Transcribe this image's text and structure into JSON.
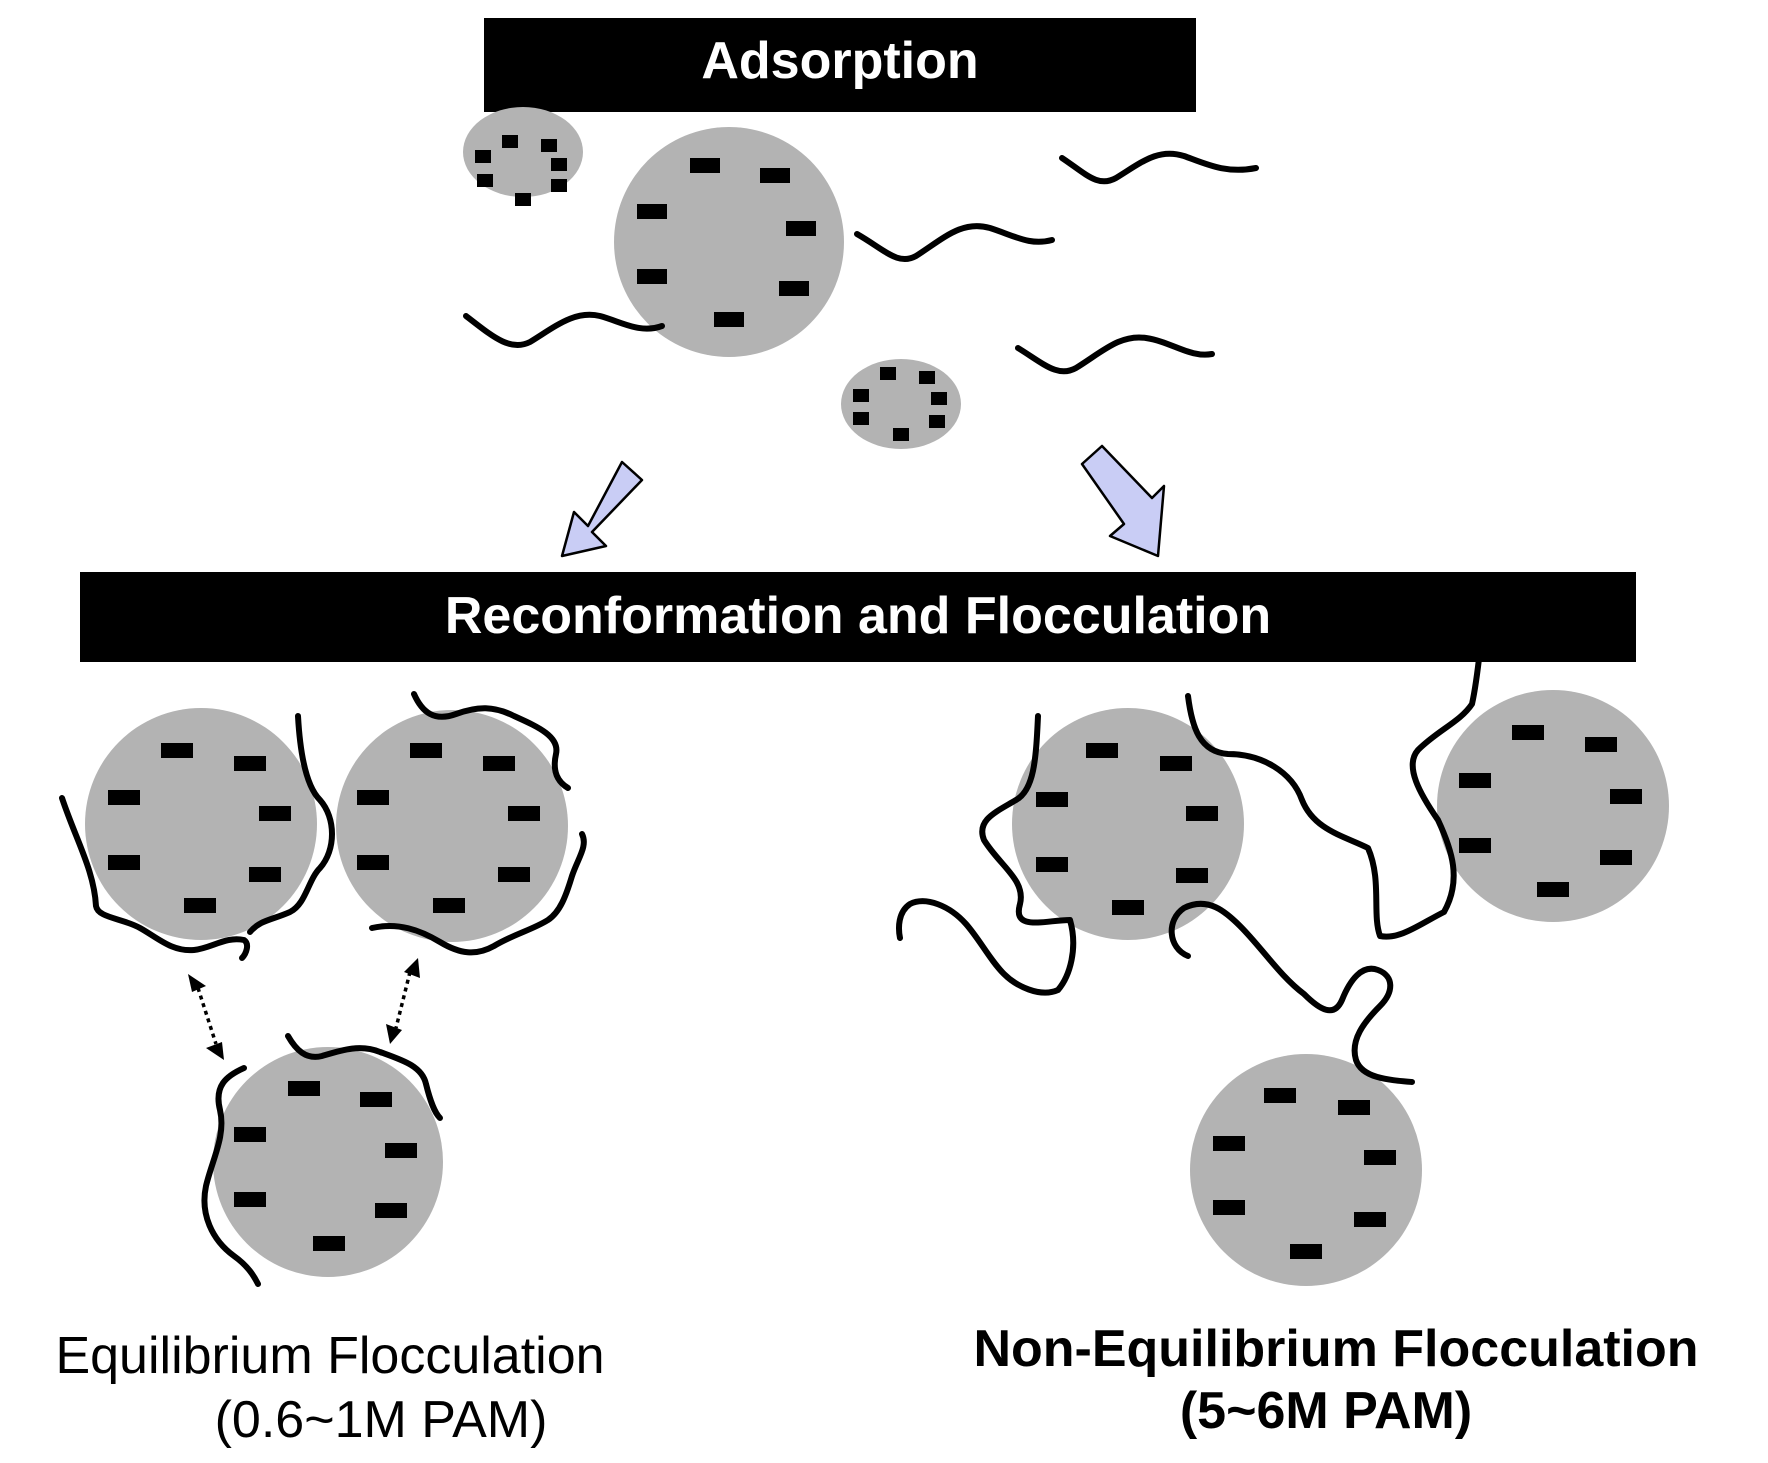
{
  "banners": {
    "top": "Adsorption",
    "middle": "Reconformation and Flocculation"
  },
  "captions": {
    "left_line1": "Equilibrium Flocculation",
    "left_line2": "(0.6~1M PAM)",
    "right_line1": "Non-Equilibrium Flocculation",
    "right_line2": "(5~6M PAM)"
  },
  "colors": {
    "particle": "#b3b3b3",
    "banner_bg": "#000000",
    "banner_text": "#ffffff",
    "arrow_fill": "#c9cdf5",
    "chain": "#000000"
  }
}
